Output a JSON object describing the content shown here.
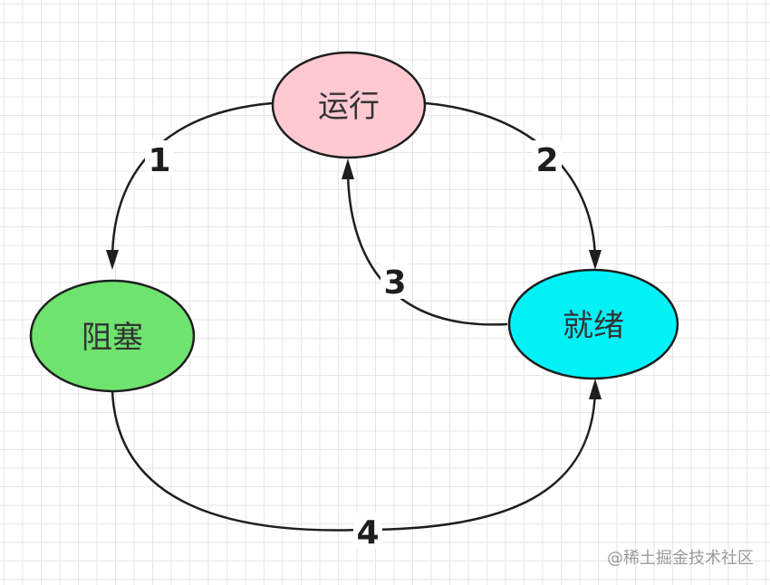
{
  "nodes": {
    "running": {
      "label": "运行",
      "fill": "#ffc9d2"
    },
    "blocked": {
      "label": "阻塞",
      "fill": "#6ee36e"
    },
    "ready": {
      "label": "就绪",
      "fill": "#00f2f6"
    }
  },
  "edges": {
    "e1": {
      "label": "1"
    },
    "e2": {
      "label": "2"
    },
    "e3": {
      "label": "3"
    },
    "e4": {
      "label": "4"
    }
  },
  "watermark": "@稀土掘金技术社区"
}
